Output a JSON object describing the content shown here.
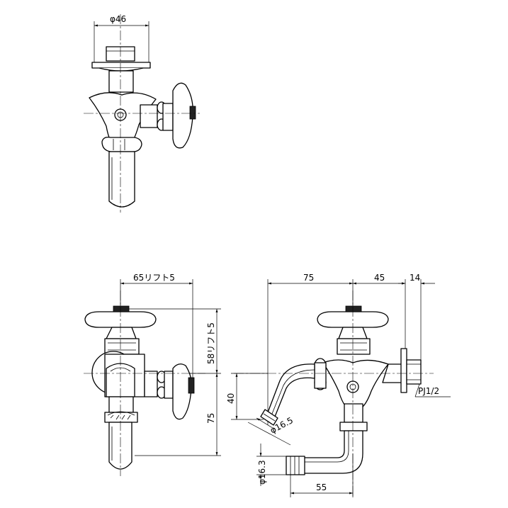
{
  "dimensions": {
    "top_diameter": "φ46",
    "front_width_lift": "65リフト5",
    "front_height_lift": "58リフト5",
    "front_lower_height": "75",
    "side_offset": "40",
    "side_width_75": "75",
    "side_width_45": "45",
    "side_width_14": "14",
    "thread_spec": "PJ1/2",
    "hose_diameter": "φ16.5",
    "outlet_diameter": "φ16.3",
    "outlet_width": "55"
  }
}
